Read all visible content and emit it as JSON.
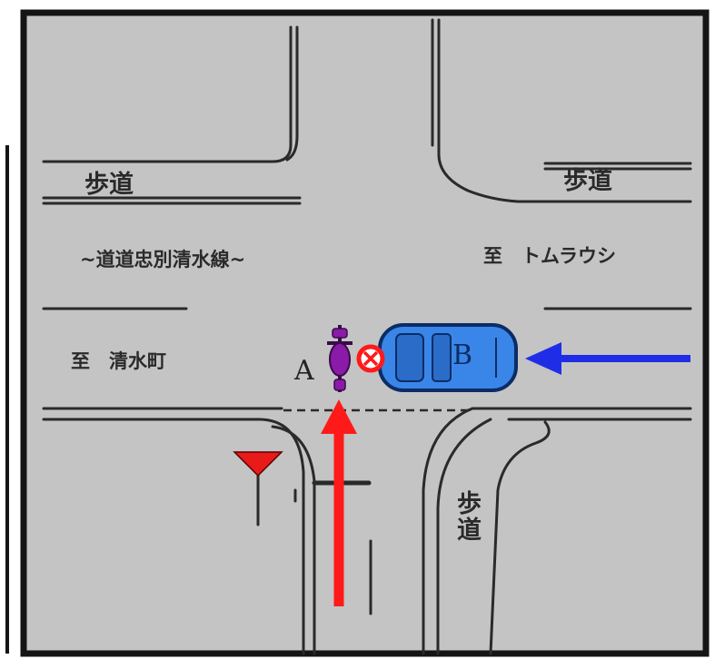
{
  "labels": {
    "sidewalk_top_left": "歩道",
    "sidewalk_top_right": "歩道",
    "sidewalk_bottom": "歩道",
    "road_name": "~道道忠別清水線~",
    "to_tomuraushi": "至　トムラウシ",
    "to_shimizu": "至　清水町",
    "vehicle_a": "A",
    "vehicle_b": "B"
  },
  "colors": {
    "background": "#c4c4c4",
    "frame": "#151515",
    "road_line": "#2a2a2a",
    "vehicle_a_arrow": "#ff1a1a",
    "vehicle_b_arrow": "#1f2ee6",
    "car_b": "#3a86e8",
    "motorcycle_a": "#8a1aa8",
    "collision_mark": "#ff1a1a",
    "stop_sign": "#e81a1a"
  },
  "icons": {
    "stop_sign": "inverted-triangle-stop-sign",
    "collision": "collision-x-mark",
    "motorcycle": "motorcycle-top-view",
    "car": "car-top-view"
  }
}
